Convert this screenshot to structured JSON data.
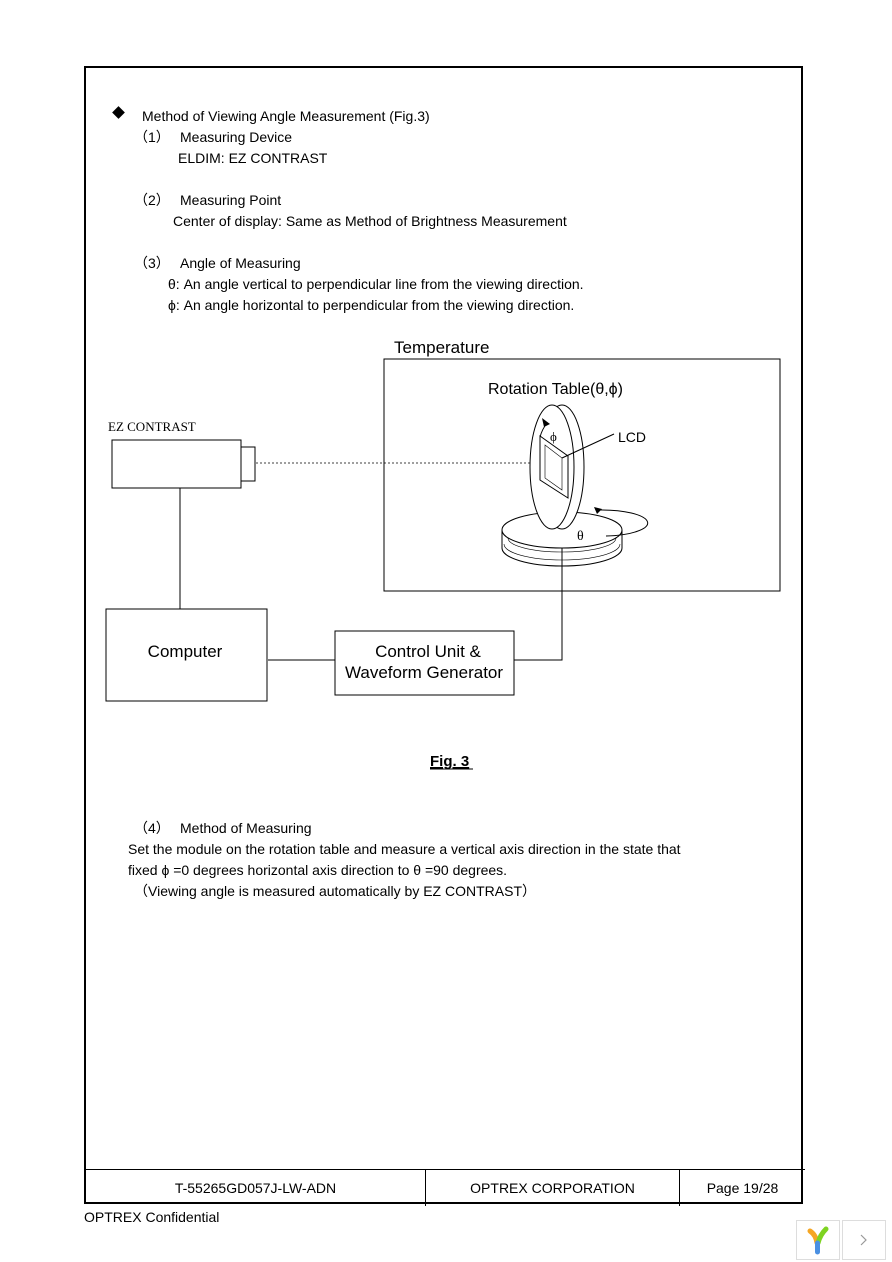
{
  "section": {
    "heading": "Method of Viewing Angle Measurement (Fig.3)",
    "items": [
      {
        "num": "（1）",
        "title": "Measuring Device",
        "lines": [
          "ELDIM: EZ CONTRAST"
        ]
      },
      {
        "num": "（2）",
        "title": "Measuring Point",
        "lines": [
          "Center of display: Same as Method of Brightness Measurement"
        ]
      },
      {
        "num": "（3）",
        "title": "Angle of Measuring",
        "lines": [
          "θ: An angle vertical to perpendicular line from the viewing direction.",
          "ϕ: An angle horizontal to perpendicular from the viewing direction."
        ]
      }
    ]
  },
  "figure": {
    "temperature_label": "Temperature",
    "rotation_table_label": "Rotation Table(θ,ϕ)",
    "camera_label": "EZ CONTRAST",
    "lcd_label": "LCD",
    "phi_symbol": "ϕ",
    "theta_symbol": "θ",
    "computer_label": "Computer",
    "control_line1": "Control Unit &",
    "control_line2": "Waveform Generator",
    "caption": "Fig. 3"
  },
  "method": {
    "num": "（4）",
    "title": "Method of Measuring",
    "line1": "Set the module on the rotation table and measure a vertical axis direction in the state that",
    "line2": "fixed  ϕ  =0 degrees horizontal axis direction to  θ  =90 degrees.",
    "line3": "（Viewing angle is measured automatically by EZ CONTRAST）"
  },
  "footer": {
    "doc_number": "T-55265GD057J-LW-ADN",
    "company": "OPTREX CORPORATION",
    "page": "Page 19/28",
    "confidential": "OPTREX Confidential"
  },
  "nav": {
    "next_icon": "chevron-right-icon",
    "logo_icon": "viewer-logo-icon"
  }
}
